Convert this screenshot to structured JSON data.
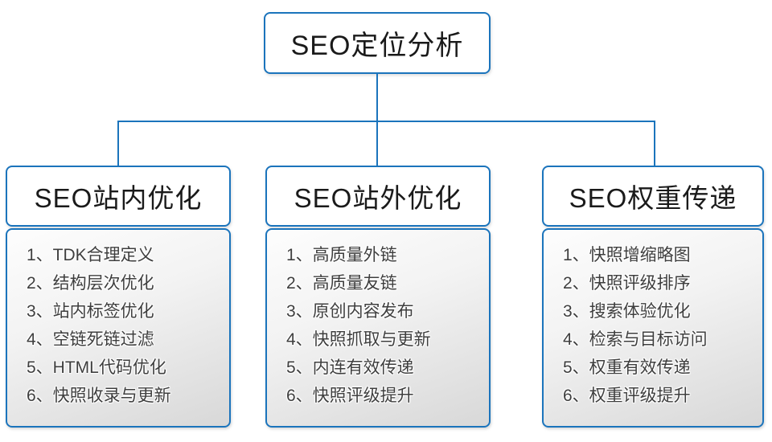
{
  "diagram": {
    "root": {
      "title": "SEO定位分析"
    },
    "columns": [
      {
        "title": "SEO站内优化",
        "items": [
          "1、TDK合理定义",
          "2、结构层次优化",
          "3、站内标签优化",
          "4、空链死链过滤",
          "5、HTML代码优化",
          "6、快照收录与更新"
        ]
      },
      {
        "title": "SEO站外优化",
        "items": [
          "1、高质量外链",
          "2、高质量友链",
          "3、原创内容发布",
          "4、快照抓取与更新",
          "5、内连有效传递",
          "6、快照评级提升"
        ]
      },
      {
        "title": "SEO权重传递",
        "items": [
          "1、快照增缩略图",
          "2、快照评级排序",
          "3、搜索体验优化",
          "4、检索与目标访问",
          "5、权重有效传递",
          "6、权重评级提升"
        ]
      }
    ],
    "colors": {
      "accent_blue": "#1B74BC",
      "node_text": "#1A1A1A",
      "list_text": "#3E3E3E",
      "panel_gradient_top": "#FDFDFD",
      "panel_gradient_bottom": "#D8D8D8"
    }
  }
}
